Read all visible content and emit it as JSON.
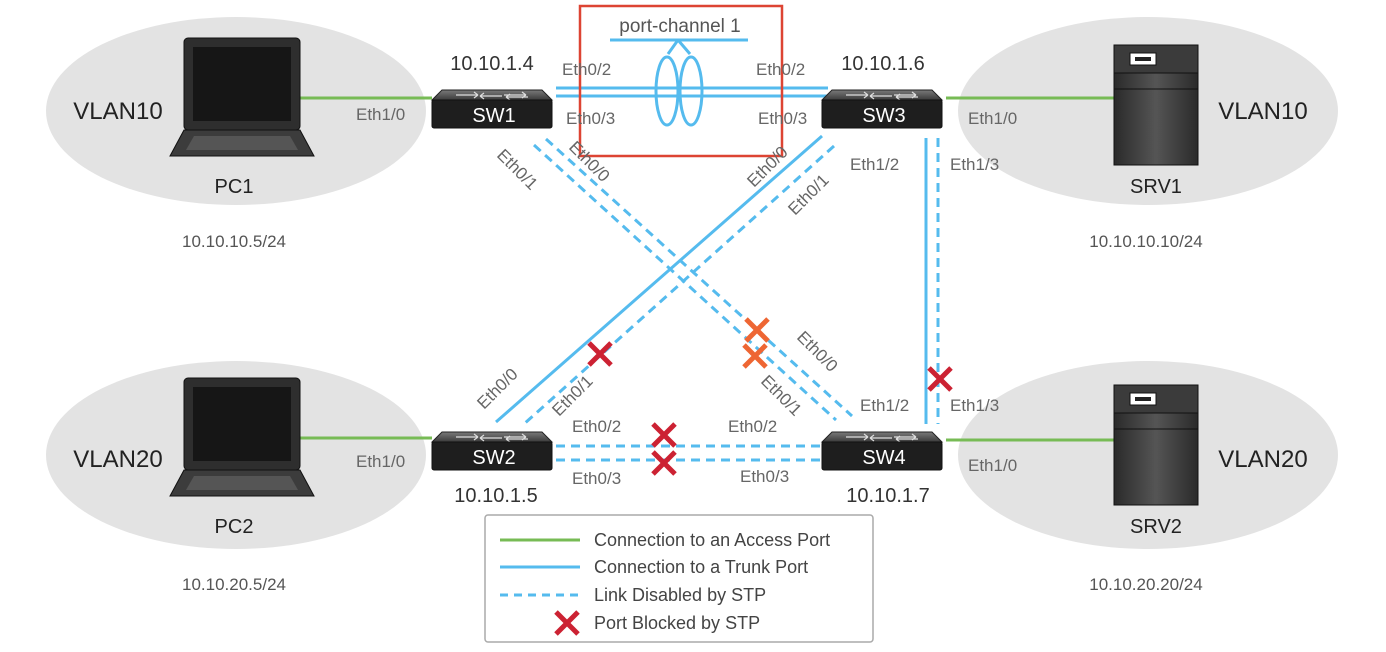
{
  "vlans": {
    "pc1": "VLAN10",
    "srv1": "VLAN10",
    "pc2": "VLAN20",
    "srv2": "VLAN20"
  },
  "hosts": {
    "pc1": {
      "label": "PC1",
      "ip": "10.10.10.5/24",
      "port": "Eth1/0"
    },
    "pc2": {
      "label": "PC2",
      "ip": "10.10.20.5/24",
      "port": "Eth1/0"
    },
    "srv1": {
      "label": "SRV1",
      "ip": "10.10.10.10/24",
      "port": "Eth1/0"
    },
    "srv2": {
      "label": "SRV2",
      "ip": "10.10.20.20/24",
      "port": "Eth1/0"
    }
  },
  "switches": {
    "sw1": {
      "label": "SW1",
      "ip": "10.10.1.4"
    },
    "sw2": {
      "label": "SW2",
      "ip": "10.10.1.5"
    },
    "sw3": {
      "label": "SW3",
      "ip": "10.10.1.6"
    },
    "sw4": {
      "label": "SW4",
      "ip": "10.10.1.7"
    }
  },
  "port_channel": "port-channel 1",
  "ports": {
    "sw1_eth02": "Eth0/2",
    "sw1_eth03": "Eth0/3",
    "sw1_eth01": "Eth0/1",
    "sw1_eth00": "Eth0/0",
    "sw3_eth02": "Eth0/2",
    "sw3_eth03": "Eth0/3",
    "sw3_eth00": "Eth0/0",
    "sw3_eth01": "Eth0/1",
    "sw3_eth12": "Eth1/2",
    "sw3_eth13": "Eth1/3",
    "sw2_eth00": "Eth0/0",
    "sw2_eth01": "Eth0/1",
    "sw2_eth02": "Eth0/2",
    "sw2_eth03": "Eth0/3",
    "sw4_eth00": "Eth0/0",
    "sw4_eth01": "Eth0/1",
    "sw4_eth02": "Eth0/2",
    "sw4_eth03": "Eth0/3",
    "sw4_eth12": "Eth1/2",
    "sw4_eth13": "Eth1/3"
  },
  "legend": {
    "access": "Connection to an Access Port",
    "trunk": "Connection to a Trunk Port",
    "disabled": "Link Disabled by STP",
    "blocked": "Port Blocked by STP"
  },
  "colors": {
    "access": "#77bb55",
    "trunk": "#55bbee",
    "blocked_red": "#cc2233",
    "blocked_orange": "#ee6633",
    "highlight_box": "#dd4433"
  }
}
